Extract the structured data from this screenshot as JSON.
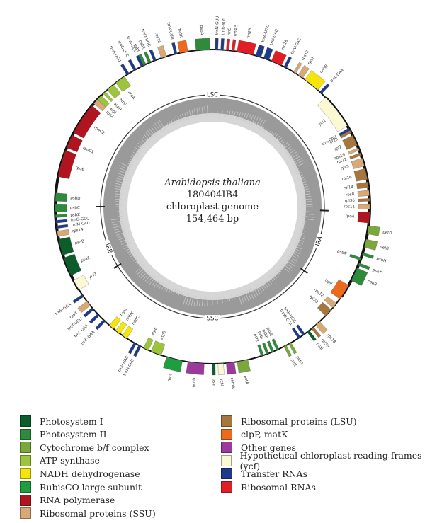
{
  "center": {
    "species": "Arabidopsis thaliana",
    "strain": "180404IB4",
    "genome": "chloroplast genome",
    "length": "154,464 bp"
  },
  "regions": [
    {
      "label": "LSC",
      "angle": 0
    },
    {
      "label": "IRA",
      "angle": 108
    },
    {
      "label": "SSC",
      "angle": 180
    },
    {
      "label": "IRB",
      "angle": 248
    }
  ],
  "region_marks": [
    92,
    125,
    238,
    270
  ],
  "categories": [
    {
      "key": "ps1",
      "name": "Photosystem I",
      "color": "#0b5e2a"
    },
    {
      "key": "ps2",
      "name": "Photosystem II",
      "color": "#2f8a3c"
    },
    {
      "key": "cyt",
      "name": "Cytochrome b/f complex",
      "color": "#7aa83a"
    },
    {
      "key": "atp",
      "name": "ATP synthase",
      "color": "#9cc43c"
    },
    {
      "key": "ndh",
      "name": "NADH dehydrogenase",
      "color": "#f5e50a"
    },
    {
      "key": "rbc",
      "name": "RubisCO large subunit",
      "color": "#1e9e3e"
    },
    {
      "key": "rpo",
      "name": "RNA polymerase",
      "color": "#b0141e"
    },
    {
      "key": "rps",
      "name": "Ribosomal proteins (SSU)",
      "color": "#d9a877"
    },
    {
      "key": "rpl",
      "name": "Ribosomal proteins (LSU)",
      "color": "#a5763e"
    },
    {
      "key": "clp",
      "name": "clpP, matK",
      "color": "#ec6a1c"
    },
    {
      "key": "oth",
      "name": "Other genes",
      "color": "#9c3a9b"
    },
    {
      "key": "ycf",
      "name": "Hypothetical chloroplast reading frames (ycf)",
      "color": "#fbf8d4"
    },
    {
      "key": "trn",
      "name": "Transfer RNAs",
      "color": "#1f3a8a"
    },
    {
      "key": "rrn",
      "name": "Ribosomal RNAs",
      "color": "#e01e26"
    }
  ],
  "genes": [
    {
      "name": "psbA",
      "cat": "ps2",
      "start": 354,
      "end": 359,
      "side": "out"
    },
    {
      "name": "trnK-UUU",
      "cat": "trn",
      "start": 346,
      "end": 347,
      "side": "out"
    },
    {
      "name": "matK",
      "cat": "clp",
      "start": 348,
      "end": 351,
      "side": "out"
    },
    {
      "name": "rps16",
      "cat": "rps",
      "start": 341,
      "end": 343,
      "side": "out"
    },
    {
      "name": "trnQ-UUG",
      "cat": "trn",
      "start": 338,
      "end": 339,
      "side": "out"
    },
    {
      "name": "psbK",
      "cat": "ps2",
      "start": 336,
      "end": 337,
      "side": "out"
    },
    {
      "name": "psbI",
      "cat": "ps2",
      "start": 334,
      "end": 335,
      "side": "out"
    },
    {
      "name": "trnS-GCU",
      "cat": "trn",
      "start": 333,
      "end": 334,
      "side": "out"
    },
    {
      "name": "trnG-UCC",
      "cat": "trn",
      "start": 330,
      "end": 331,
      "side": "out"
    },
    {
      "name": "trnR-UCU",
      "cat": "trn",
      "start": 327,
      "end": 328,
      "side": "out"
    },
    {
      "name": "atpA",
      "cat": "atp",
      "start": 322,
      "end": 326,
      "side": "in"
    },
    {
      "name": "atpF",
      "cat": "atp",
      "start": 318,
      "end": 321,
      "side": "in"
    },
    {
      "name": "atpH",
      "cat": "atp",
      "start": 316,
      "end": 317,
      "side": "in"
    },
    {
      "name": "atpI",
      "cat": "atp",
      "start": 313,
      "end": 315,
      "side": "in"
    },
    {
      "name": "rps2",
      "cat": "rps",
      "start": 311,
      "end": 313,
      "side": "in"
    },
    {
      "name": "rpoC2",
      "cat": "rpo",
      "start": 298,
      "end": 310,
      "side": "in"
    },
    {
      "name": "rpoC1",
      "cat": "rpo",
      "start": 292,
      "end": 297,
      "side": "in"
    },
    {
      "name": "rpoB",
      "cat": "rpo",
      "start": 281,
      "end": 291,
      "side": "in"
    },
    {
      "name": "psbD",
      "cat": "ps2",
      "start": 272,
      "end": 275,
      "side": "in"
    },
    {
      "name": "psbC",
      "cat": "ps2",
      "start": 268,
      "end": 271,
      "side": "in"
    },
    {
      "name": "psbZ",
      "cat": "ps2",
      "start": 266,
      "end": 267,
      "side": "in"
    },
    {
      "name": "trnG-GCC",
      "cat": "trn",
      "start": 264,
      "end": 265,
      "side": "in"
    },
    {
      "name": "trnM-CAU",
      "cat": "trn",
      "start": 262,
      "end": 263,
      "side": "in"
    },
    {
      "name": "rps14",
      "cat": "rps",
      "start": 259,
      "end": 261,
      "side": "in"
    },
    {
      "name": "psaB",
      "cat": "ps1",
      "start": 252,
      "end": 258,
      "side": "in"
    },
    {
      "name": "psaA",
      "cat": "ps1",
      "start": 244,
      "end": 251,
      "side": "in"
    },
    {
      "name": "ycf3",
      "cat": "ycf",
      "start": 238,
      "end": 242,
      "side": "in"
    },
    {
      "name": "trnS-GGA",
      "cat": "trn",
      "start": 235,
      "end": 236,
      "side": "out"
    },
    {
      "name": "rps4",
      "cat": "rps",
      "start": 231,
      "end": 233,
      "side": "out"
    },
    {
      "name": "trnT-UGU",
      "cat": "trn",
      "start": 229,
      "end": 230,
      "side": "out"
    },
    {
      "name": "trnL-UAA",
      "cat": "trn",
      "start": 226,
      "end": 227,
      "side": "out"
    },
    {
      "name": "trnF-GAA",
      "cat": "trn",
      "start": 223,
      "end": 224,
      "side": "out"
    },
    {
      "name": "ndhJ",
      "cat": "ndh",
      "start": 219,
      "end": 221,
      "side": "in"
    },
    {
      "name": "ndhK",
      "cat": "ndh",
      "start": 216,
      "end": 218,
      "side": "in"
    },
    {
      "name": "ndhC",
      "cat": "ndh",
      "start": 213,
      "end": 215,
      "side": "in"
    },
    {
      "name": "trnV-UAC",
      "cat": "trn",
      "start": 209,
      "end": 210,
      "side": "out"
    },
    {
      "name": "trnM-CAU",
      "cat": "trn",
      "start": 207,
      "end": 208,
      "side": "out"
    },
    {
      "name": "atpE",
      "cat": "atp",
      "start": 204,
      "end": 206,
      "side": "in"
    },
    {
      "name": "atpB",
      "cat": "atp",
      "start": 199,
      "end": 203,
      "side": "in"
    },
    {
      "name": "rbcL",
      "cat": "rbc",
      "start": 191,
      "end": 197,
      "side": "out"
    },
    {
      "name": "accD",
      "cat": "oth",
      "start": 183,
      "end": 189,
      "side": "out"
    },
    {
      "name": "psaI",
      "cat": "ps1",
      "start": 179,
      "end": 180,
      "side": "out"
    },
    {
      "name": "ycf4",
      "cat": "ycf",
      "start": 176,
      "end": 178,
      "side": "out"
    },
    {
      "name": "cemA",
      "cat": "oth",
      "start": 172,
      "end": 175,
      "side": "out"
    },
    {
      "name": "petA",
      "cat": "cyt",
      "start": 167,
      "end": 171,
      "side": "out"
    },
    {
      "name": "psbJ",
      "cat": "ps2",
      "start": 161,
      "end": 162,
      "side": "in"
    },
    {
      "name": "psbL",
      "cat": "ps2",
      "start": 159,
      "end": 160,
      "side": "in"
    },
    {
      "name": "psbF",
      "cat": "ps2",
      "start": 157,
      "end": 158,
      "side": "in"
    },
    {
      "name": "psbE",
      "cat": "ps2",
      "start": 155,
      "end": 156,
      "side": "in"
    },
    {
      "name": "petL",
      "cat": "cyt",
      "start": 152,
      "end": 153,
      "side": "out"
    },
    {
      "name": "petG",
      "cat": "cyt",
      "start": 150,
      "end": 151,
      "side": "out"
    },
    {
      "name": "trnW-CCA",
      "cat": "trn",
      "start": 146,
      "end": 147,
      "side": "in"
    },
    {
      "name": "trnP-UGG",
      "cat": "trn",
      "start": 144,
      "end": 145,
      "side": "in"
    },
    {
      "name": "psaJ",
      "cat": "ps1",
      "start": 142,
      "end": 143,
      "side": "out"
    },
    {
      "name": "rpl33",
      "cat": "rpl",
      "start": 140,
      "end": 141,
      "side": "out"
    },
    {
      "name": "rps18",
      "cat": "rps",
      "start": 137,
      "end": 139,
      "side": "out"
    },
    {
      "name": "rpl20",
      "cat": "rpl",
      "start": 131,
      "end": 134,
      "side": "in"
    },
    {
      "name": "rps12",
      "cat": "rps",
      "start": 128,
      "end": 130,
      "side": "in"
    },
    {
      "name": "clpP",
      "cat": "clp",
      "start": 120,
      "end": 126,
      "side": "in"
    },
    {
      "name": "psbB",
      "cat": "ps2",
      "start": 113,
      "end": 118,
      "side": "out"
    },
    {
      "name": "psbT",
      "cat": "ps2",
      "start": 111,
      "end": 112,
      "side": "out"
    },
    {
      "name": "psbN",
      "cat": "ps2",
      "start": 109,
      "end": 110,
      "side": "in"
    },
    {
      "name": "psbH",
      "cat": "ps2",
      "start": 107,
      "end": 108,
      "side": "out"
    },
    {
      "name": "petB",
      "cat": "cyt",
      "start": 102,
      "end": 105,
      "side": "out"
    },
    {
      "name": "petD",
      "cat": "cyt",
      "start": 97,
      "end": 100,
      "side": "out"
    },
    {
      "name": "rpoA",
      "cat": "rpo",
      "start": 92,
      "end": 96,
      "side": "in"
    },
    {
      "name": "rps11",
      "cat": "rps",
      "start": 89,
      "end": 91,
      "side": "in"
    },
    {
      "name": "rpl36",
      "cat": "rpl",
      "start": 87,
      "end": 88,
      "side": "in"
    },
    {
      "name": "rps8",
      "cat": "rps",
      "start": 84,
      "end": 86,
      "side": "in"
    },
    {
      "name": "rpl14",
      "cat": "rpl",
      "start": 81,
      "end": 83,
      "side": "in"
    },
    {
      "name": "rpl16",
      "cat": "rpl",
      "start": 76,
      "end": 80,
      "side": "in"
    },
    {
      "name": "rps3",
      "cat": "rps",
      "start": 72,
      "end": 75,
      "side": "in"
    },
    {
      "name": "rpl22",
      "cat": "rpl",
      "start": 70,
      "end": 71,
      "side": "in"
    },
    {
      "name": "rps19",
      "cat": "rps",
      "start": 68,
      "end": 69,
      "side": "in"
    },
    {
      "name": "rpl2",
      "cat": "rpl",
      "start": 63,
      "end": 67,
      "side": "in"
    },
    {
      "name": "rpl23",
      "cat": "rpl",
      "start": 61,
      "end": 62,
      "side": "in"
    },
    {
      "name": "trnI-CAU",
      "cat": "trn",
      "start": 60,
      "end": 61,
      "side": "in"
    },
    {
      "name": "ycf2",
      "cat": "ycf",
      "start": 46,
      "end": 59,
      "side": "in"
    },
    {
      "name": "trnL-CAA",
      "cat": "trn",
      "start": 43,
      "end": 44,
      "side": "out"
    },
    {
      "name": "ndhB",
      "cat": "ndh",
      "start": 36,
      "end": 42,
      "side": "out"
    },
    {
      "name": "rps7",
      "cat": "rps",
      "start": 33,
      "end": 35,
      "side": "out"
    },
    {
      "name": "rps12",
      "cat": "rps",
      "start": 31,
      "end": 32,
      "side": "out"
    },
    {
      "name": "trnV-GAC",
      "cat": "trn",
      "start": 27,
      "end": 28,
      "side": "out"
    },
    {
      "name": "rrn16",
      "cat": "rrn",
      "start": 22,
      "end": 26,
      "side": "out"
    },
    {
      "name": "trnI-GAU",
      "cat": "trn",
      "start": 19,
      "end": 21,
      "side": "out"
    },
    {
      "name": "trnA-UGC",
      "cat": "trn",
      "start": 16,
      "end": 18,
      "side": "out"
    },
    {
      "name": "rrn23",
      "cat": "rrn",
      "start": 9,
      "end": 15,
      "side": "out"
    },
    {
      "name": "rrn4.5",
      "cat": "rrn",
      "start": 7,
      "end": 8,
      "side": "out"
    },
    {
      "name": "rrn5",
      "cat": "rrn",
      "start": 5,
      "end": 6,
      "side": "out"
    },
    {
      "name": "trnR-ACG",
      "cat": "trn",
      "start": 3,
      "end": 4,
      "side": "out"
    },
    {
      "name": "trnN-GUU",
      "cat": "trn",
      "start": 1,
      "end": 2,
      "side": "out"
    }
  ]
}
